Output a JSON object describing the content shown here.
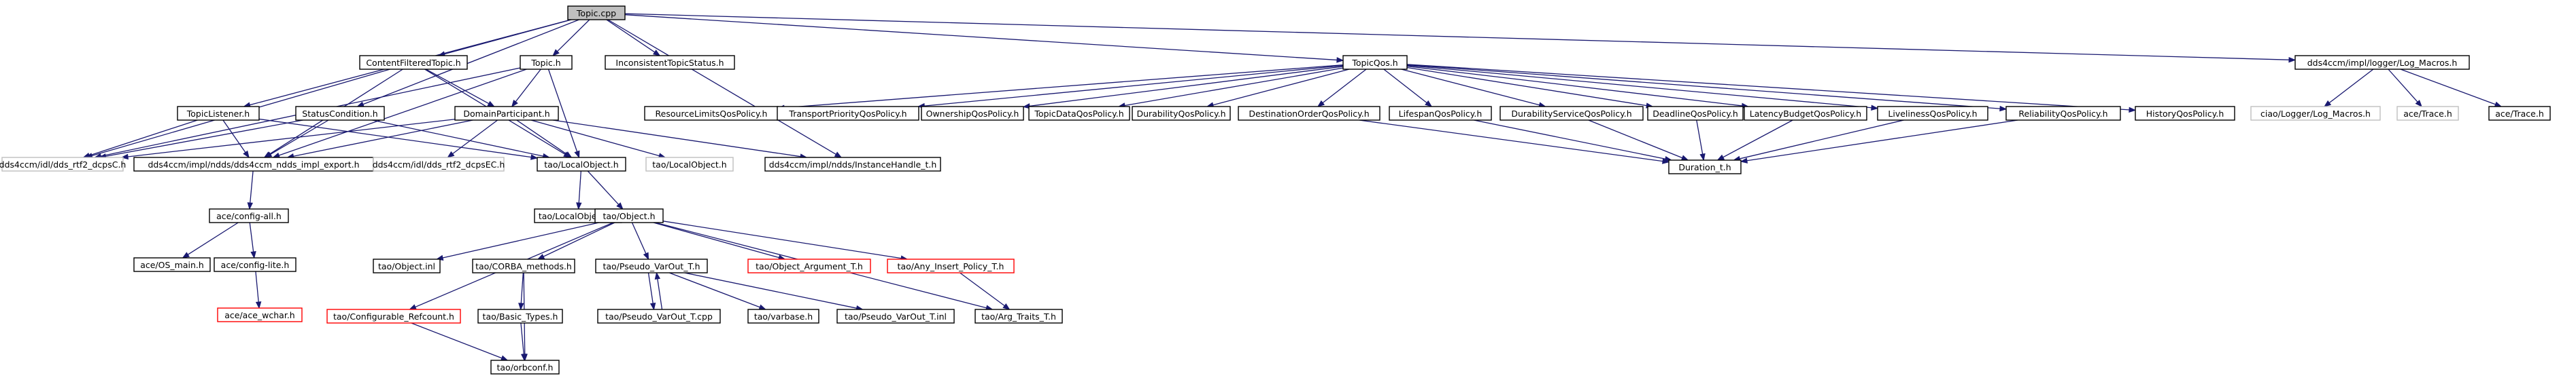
{
  "nodes": [
    {
      "id": "topic_cpp",
      "label": "Topic.cpp",
      "kind": "root"
    },
    {
      "id": "topiclistener",
      "label": "TopicListener.h"
    },
    {
      "id": "statuscondition",
      "label": "StatusCondition.h"
    },
    {
      "id": "contentfilteredtopic",
      "label": "ContentFilteredTopic.h"
    },
    {
      "id": "topic_h",
      "label": "Topic.h"
    },
    {
      "id": "inconsistent",
      "label": "InconsistentTopicStatus.h"
    },
    {
      "id": "topicqos",
      "label": "TopicQos.h"
    },
    {
      "id": "logmacros",
      "label": "dds4ccm/impl/logger/Log_Macros.h"
    },
    {
      "id": "domainparticipant",
      "label": "DomainParticipant.h"
    },
    {
      "id": "dds_rtf2_dcpsc",
      "label": "dds4ccm/idl/dds_rtf2_dcpsC.h",
      "kind": "light"
    },
    {
      "id": "ndds_impl_export",
      "label": "dds4ccm/impl/ndds/dds4ccm_ndds_impl_export.h"
    },
    {
      "id": "dds_rtf2_dcpsec",
      "label": "dds4ccm/idl/dds_rtf2_dcpsEC.h",
      "kind": "light"
    },
    {
      "id": "tao_localobject_h",
      "label": "tao/LocalObject.h"
    },
    {
      "id": "localobject_h",
      "label": "tao/LocalObject.h",
      "kind": "light"
    },
    {
      "id": "instancehandle",
      "label": "dds4ccm/impl/ndds/InstanceHandle_t.h"
    },
    {
      "id": "resourcelimits",
      "label": "ResourceLimitsQosPolicy.h"
    },
    {
      "id": "transportpriority",
      "label": "TransportPriorityQosPolicy.h"
    },
    {
      "id": "ownership",
      "label": "OwnershipQosPolicy.h"
    },
    {
      "id": "topicdata",
      "label": "TopicDataQosPolicy.h"
    },
    {
      "id": "durability",
      "label": "DurabilityQosPolicy.h"
    },
    {
      "id": "destinationorder",
      "label": "DestinationOrderQosPolicy.h"
    },
    {
      "id": "lifespan",
      "label": "LifespanQosPolicy.h"
    },
    {
      "id": "durabilityservice",
      "label": "DurabilityServiceQosPolicy.h"
    },
    {
      "id": "deadline",
      "label": "DeadlineQosPolicy.h"
    },
    {
      "id": "latencybudget",
      "label": "LatencyBudgetQosPolicy.h"
    },
    {
      "id": "liveliness",
      "label": "LivelinessQosPolicy.h"
    },
    {
      "id": "reliability",
      "label": "ReliabilityQosPolicy.h"
    },
    {
      "id": "history",
      "label": "HistoryQosPolicy.h"
    },
    {
      "id": "ciao_logger",
      "label": "ciao/Logger/Log_Macros.h",
      "kind": "light"
    },
    {
      "id": "ace_trace_light",
      "label": "ace/Trace.h",
      "kind": "light"
    },
    {
      "id": "ace_trace",
      "label": "ace/Trace.h"
    },
    {
      "id": "duration",
      "label": "Duration_t.h"
    },
    {
      "id": "ace_config_all",
      "label": "ace/config-all.h"
    },
    {
      "id": "localobject_inl",
      "label": "tao/LocalObject.inl"
    },
    {
      "id": "tao_object_h",
      "label": "tao/Object.h"
    },
    {
      "id": "ace_os_main",
      "label": "ace/OS_main.h"
    },
    {
      "id": "ace_config_lite",
      "label": "ace/config-lite.h"
    },
    {
      "id": "ace_wchar",
      "label": "ace/ace_wchar.h",
      "kind": "missing"
    },
    {
      "id": "object_inl",
      "label": "tao/Object.inl"
    },
    {
      "id": "corba_methods",
      "label": "tao/CORBA_methods.h"
    },
    {
      "id": "pseudo_varout_h",
      "label": "tao/Pseudo_VarOut_T.h"
    },
    {
      "id": "object_argument",
      "label": "tao/Object_Argument_T.h",
      "kind": "missing"
    },
    {
      "id": "any_insert",
      "label": "tao/Any_Insert_Policy_T.h",
      "kind": "missing"
    },
    {
      "id": "configurable_refcount",
      "label": "tao/Configurable_Refcount.h",
      "kind": "missing"
    },
    {
      "id": "basic_types",
      "label": "tao/Basic_Types.h"
    },
    {
      "id": "pseudo_varout_cpp",
      "label": "tao/Pseudo_VarOut_T.cpp"
    },
    {
      "id": "varbase",
      "label": "tao/varbase.h"
    },
    {
      "id": "pseudo_varout_inl",
      "label": "tao/Pseudo_VarOut_T.inl"
    },
    {
      "id": "arg_traits",
      "label": "tao/Arg_Traits_T.h"
    },
    {
      "id": "orbconf",
      "label": "tao/orbconf.h"
    }
  ],
  "edges": [
    [
      "topic_cpp",
      "topiclistener"
    ],
    [
      "topic_cpp",
      "statuscondition"
    ],
    [
      "topic_cpp",
      "contentfilteredtopic"
    ],
    [
      "topic_cpp",
      "topic_h"
    ],
    [
      "topic_cpp",
      "inconsistent"
    ],
    [
      "topic_cpp",
      "topicqos"
    ],
    [
      "topic_cpp",
      "logmacros"
    ],
    [
      "topic_cpp",
      "instancehandle"
    ],
    [
      "topiclistener",
      "dds_rtf2_dcpsc"
    ],
    [
      "topiclistener",
      "ndds_impl_export"
    ],
    [
      "topiclistener",
      "tao_localobject_h"
    ],
    [
      "statuscondition",
      "dds_rtf2_dcpsc"
    ],
    [
      "statuscondition",
      "ndds_impl_export"
    ],
    [
      "statuscondition",
      "tao_localobject_h"
    ],
    [
      "contentfilteredtopic",
      "dds_rtf2_dcpsc"
    ],
    [
      "contentfilteredtopic",
      "ndds_impl_export"
    ],
    [
      "contentfilteredtopic",
      "domainparticipant"
    ],
    [
      "contentfilteredtopic",
      "tao_localobject_h"
    ],
    [
      "topic_h",
      "dds_rtf2_dcpsc"
    ],
    [
      "topic_h",
      "ndds_impl_export"
    ],
    [
      "topic_h",
      "domainparticipant"
    ],
    [
      "topic_h",
      "tao_localobject_h"
    ],
    [
      "domainparticipant",
      "dds_rtf2_dcpsc"
    ],
    [
      "domainparticipant",
      "ndds_impl_export"
    ],
    [
      "domainparticipant",
      "dds_rtf2_dcpsec"
    ],
    [
      "domainparticipant",
      "tao_localobject_h"
    ],
    [
      "domainparticipant",
      "localobject_h"
    ],
    [
      "domainparticipant",
      "instancehandle"
    ],
    [
      "topicqos",
      "resourcelimits"
    ],
    [
      "topicqos",
      "transportpriority"
    ],
    [
      "topicqos",
      "ownership"
    ],
    [
      "topicqos",
      "topicdata"
    ],
    [
      "topicqos",
      "durability"
    ],
    [
      "topicqos",
      "destinationorder"
    ],
    [
      "topicqos",
      "lifespan"
    ],
    [
      "topicqos",
      "durabilityservice"
    ],
    [
      "topicqos",
      "deadline"
    ],
    [
      "topicqos",
      "latencybudget"
    ],
    [
      "topicqos",
      "liveliness"
    ],
    [
      "topicqos",
      "reliability"
    ],
    [
      "topicqos",
      "history"
    ],
    [
      "destinationorder",
      "duration"
    ],
    [
      "lifespan",
      "duration"
    ],
    [
      "durabilityservice",
      "duration"
    ],
    [
      "deadline",
      "duration"
    ],
    [
      "latencybudget",
      "duration"
    ],
    [
      "liveliness",
      "duration"
    ],
    [
      "reliability",
      "duration"
    ],
    [
      "logmacros",
      "ciao_logger"
    ],
    [
      "logmacros",
      "ace_trace_light"
    ],
    [
      "logmacros",
      "ace_trace"
    ],
    [
      "ndds_impl_export",
      "ace_config_all"
    ],
    [
      "ace_config_all",
      "ace_os_main"
    ],
    [
      "ace_config_all",
      "ace_config_lite"
    ],
    [
      "ace_config_lite",
      "ace_wchar"
    ],
    [
      "tao_localobject_h",
      "localobject_inl"
    ],
    [
      "tao_localobject_h",
      "tao_object_h"
    ],
    [
      "tao_object_h",
      "object_inl"
    ],
    [
      "tao_object_h",
      "corba_methods"
    ],
    [
      "tao_object_h",
      "pseudo_varout_h"
    ],
    [
      "tao_object_h",
      "object_argument"
    ],
    [
      "tao_object_h",
      "any_insert"
    ],
    [
      "tao_object_h",
      "configurable_refcount"
    ],
    [
      "tao_object_h",
      "arg_traits"
    ],
    [
      "corba_methods",
      "basic_types"
    ],
    [
      "corba_methods",
      "orbconf"
    ],
    [
      "basic_types",
      "orbconf"
    ],
    [
      "configurable_refcount",
      "orbconf"
    ],
    [
      "pseudo_varout_h",
      "pseudo_varout_cpp"
    ],
    [
      "pseudo_varout_cpp",
      "pseudo_varout_h"
    ],
    [
      "pseudo_varout_h",
      "varbase"
    ],
    [
      "pseudo_varout_h",
      "pseudo_varout_inl"
    ],
    [
      "any_insert",
      "arg_traits"
    ]
  ]
}
